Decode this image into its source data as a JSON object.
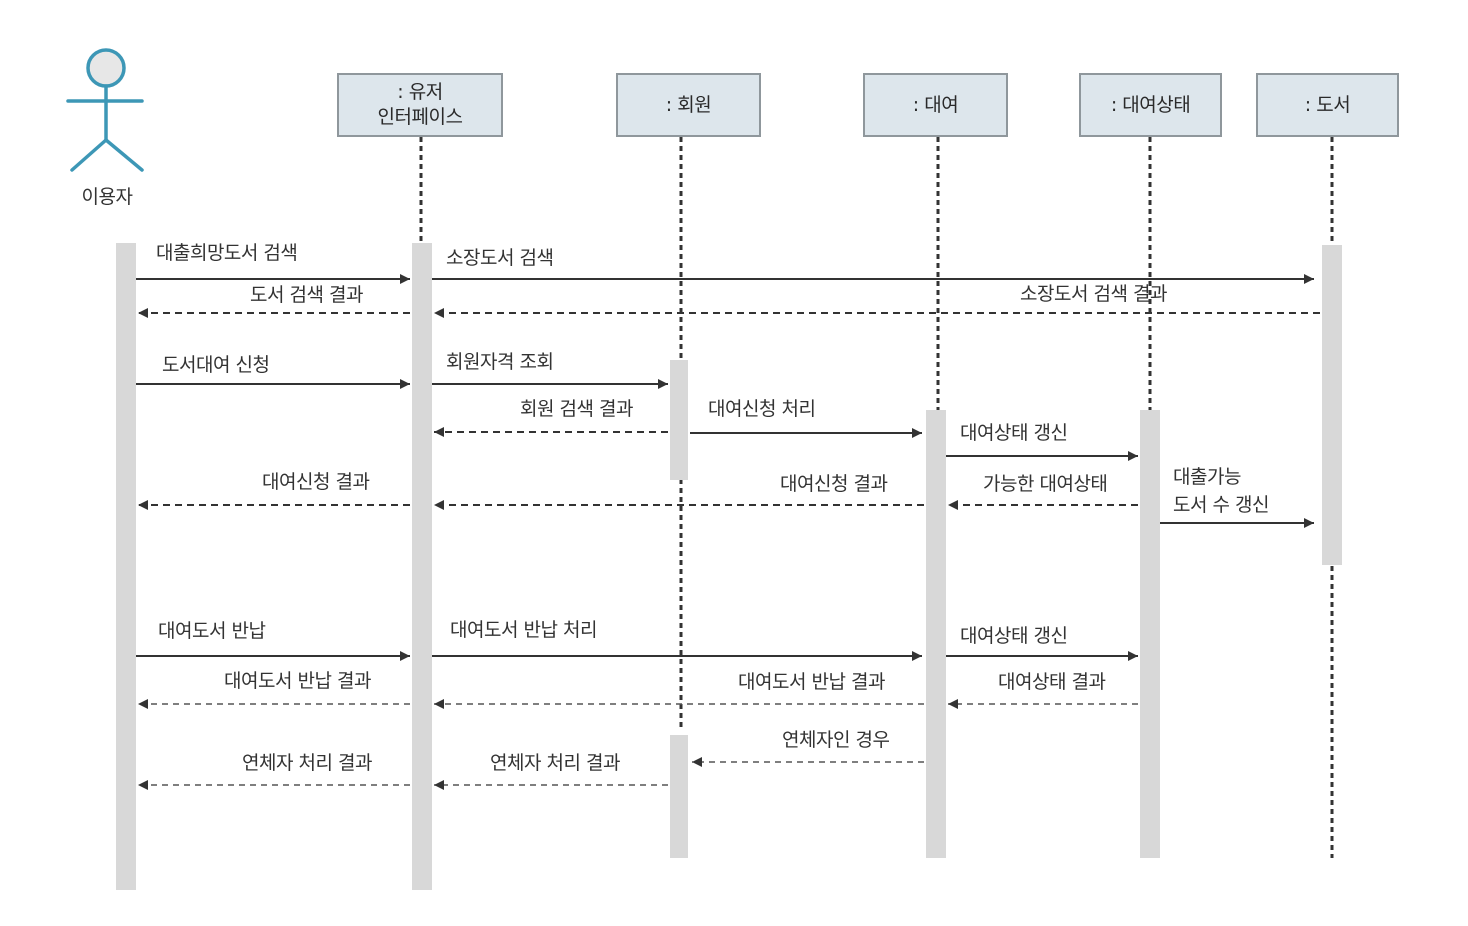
{
  "actor": {
    "name": "이용자"
  },
  "objects": [
    {
      "id": "ui",
      "line1": ": 유저",
      "line2": "인터페이스"
    },
    {
      "id": "member",
      "line1": ": 회원"
    },
    {
      "id": "rental",
      "line1": ": 대여"
    },
    {
      "id": "rentalstatus",
      "line1": ": 대여상태"
    },
    {
      "id": "book",
      "line1": ": 도서"
    }
  ],
  "messages": {
    "m1": "대출희망도서 검색",
    "m2": "소장도서 검색",
    "m3": "도서 검색 결과",
    "m4": "소장도서 검색 결과",
    "m5": "도서대여 신청",
    "m6": "회원자격 조회",
    "m7": "회원 검색 결과",
    "m8": "대여신청 처리",
    "m9": "대여상태 갱신",
    "m10": "대여신청 결과",
    "m11": "대여신청 결과",
    "m12": "가능한 대여상태",
    "m13a": "대출가능",
    "m13b": "도서 수 갱신",
    "m14": "대여도서 반납",
    "m15": "대여도서 반납 처리",
    "m16": "대여상태 갱신",
    "m17": "대여도서 반납 결과",
    "m18": "대여도서 반납 결과",
    "m19": "대여상태 결과",
    "m20": "연체자인 경우",
    "m21": "연체자 처리 결과",
    "m22": "연체자 처리 결과"
  },
  "colors": {
    "actor": "#3d97b6",
    "object_fill": "#dde6ec",
    "object_border": "#8f979c",
    "activation": "#d8d8d8",
    "line": "#333333"
  },
  "icons": {
    "actor": "stick-figure-icon"
  }
}
